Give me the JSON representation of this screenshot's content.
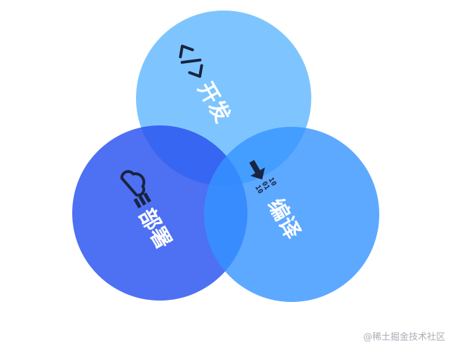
{
  "diagram": {
    "circles": [
      {
        "id": "develop",
        "label": "开发",
        "icon": "code-brackets-icon",
        "color": "#5eb7ff"
      },
      {
        "id": "deploy",
        "label": "部署",
        "icon": "cloud-server-icon",
        "color": "#2750ef"
      },
      {
        "id": "compile",
        "label": "编译",
        "icon": "binary-arrow-icon",
        "color": "#3593ff"
      }
    ],
    "compile_icon_binary": [
      "10",
      "01",
      "10"
    ]
  },
  "watermark": {
    "text": "@稀土掘金技术社区"
  }
}
